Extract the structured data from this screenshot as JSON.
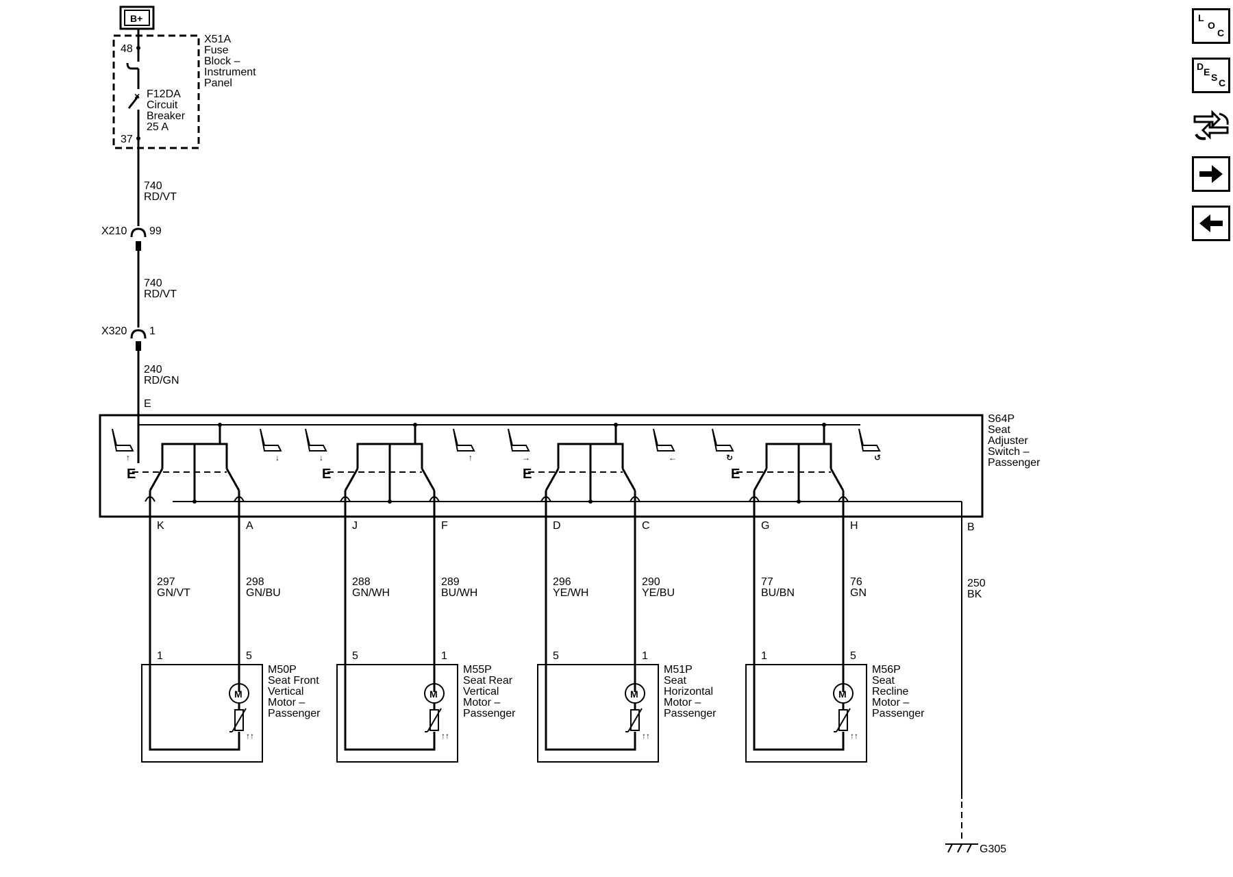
{
  "power": {
    "label": "B+"
  },
  "fuse_block": {
    "id": "X51A",
    "name": [
      "Fuse",
      "Block –",
      "Instrument",
      "Panel"
    ],
    "pin_in": "48",
    "pin_out": "37",
    "breaker": {
      "id": "F12DA",
      "desc": [
        "Circuit",
        "Breaker",
        "25 A"
      ]
    }
  },
  "wires": [
    {
      "circuit": "740",
      "color": "RD/VT"
    },
    {
      "circuit": "740",
      "color": "RD/VT"
    },
    {
      "circuit": "240",
      "color": "RD/GN"
    }
  ],
  "connectors": [
    {
      "id": "X210",
      "pin": "99"
    },
    {
      "id": "X320",
      "pin": "1"
    }
  ],
  "switch": {
    "id": "S64P",
    "name": [
      "Seat",
      "Adjuster",
      "Switch –",
      "Passenger"
    ],
    "input_pin": "E",
    "ground_pin": "B"
  },
  "channels": [
    {
      "pin_left": "K",
      "pin_right": "A",
      "wire_left": {
        "circuit": "297",
        "color": "GN/VT"
      },
      "wire_right": {
        "circuit": "298",
        "color": "GN/BU"
      },
      "motor_pin_left": "1",
      "motor_pin_right": "5",
      "motor": {
        "id": "M50P",
        "name": [
          "Seat Front",
          "Vertical",
          "Motor –",
          "Passenger"
        ]
      }
    },
    {
      "pin_left": "J",
      "pin_right": "F",
      "wire_left": {
        "circuit": "288",
        "color": "GN/WH"
      },
      "wire_right": {
        "circuit": "289",
        "color": "BU/WH"
      },
      "motor_pin_left": "5",
      "motor_pin_right": "1",
      "motor": {
        "id": "M55P",
        "name": [
          "Seat Rear",
          "Vertical",
          "Motor –",
          "Passenger"
        ]
      }
    },
    {
      "pin_left": "D",
      "pin_right": "C",
      "wire_left": {
        "circuit": "296",
        "color": "YE/WH"
      },
      "wire_right": {
        "circuit": "290",
        "color": "YE/BU"
      },
      "motor_pin_left": "5",
      "motor_pin_right": "1",
      "motor": {
        "id": "M51P",
        "name": [
          "Seat",
          "Horizontal",
          "Motor –",
          "Passenger"
        ]
      }
    },
    {
      "pin_left": "G",
      "pin_right": "H",
      "wire_left": {
        "circuit": "77",
        "color": "BU/BN"
      },
      "wire_right": {
        "circuit": "76",
        "color": "GN"
      },
      "motor_pin_left": "1",
      "motor_pin_right": "5",
      "motor": {
        "id": "M56P",
        "name": [
          "Seat",
          "Recline",
          "Motor –",
          "Passenger"
        ]
      }
    }
  ],
  "ground_wire": {
    "circuit": "250",
    "color": "BK"
  },
  "ground": {
    "id": "G305"
  },
  "motor_symbol": "M",
  "switch_letter": "E",
  "nav": {
    "loc": [
      "L",
      "O",
      "C"
    ],
    "desc": [
      "D",
      "E",
      "S",
      "C"
    ],
    "icons": [
      "component-view-icon",
      "next-arrow-icon",
      "previous-arrow-icon"
    ]
  }
}
